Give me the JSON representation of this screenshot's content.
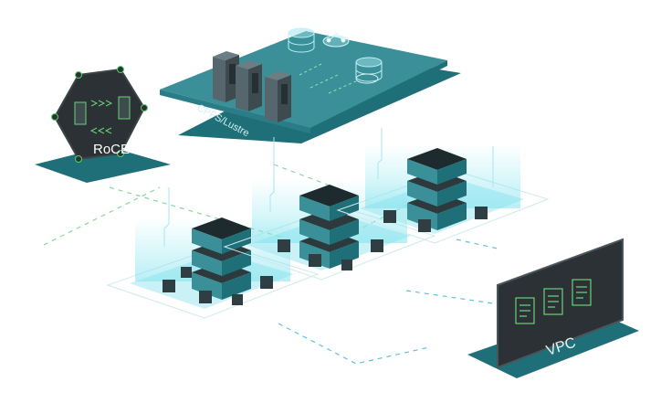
{
  "labels": {
    "roce": "RoCE",
    "storage": "CPFS/Lustre",
    "vpc": "VPC"
  },
  "colors": {
    "teal_dark": "#1f6f78",
    "teal_mid": "#3b8f98",
    "teal_light": "#5fb3bc",
    "cyan_glow": "#7fe3ee",
    "panel_dark": "#2b3134",
    "green_accent": "#6ad17a",
    "dash_green": "#8fd3a0",
    "dash_blue": "#5ec3d9"
  },
  "icons": [
    "server-rack-icon",
    "database-cylinder-icon",
    "node-network-icon",
    "document-icon",
    "network-card-icon",
    "cube-icon"
  ]
}
